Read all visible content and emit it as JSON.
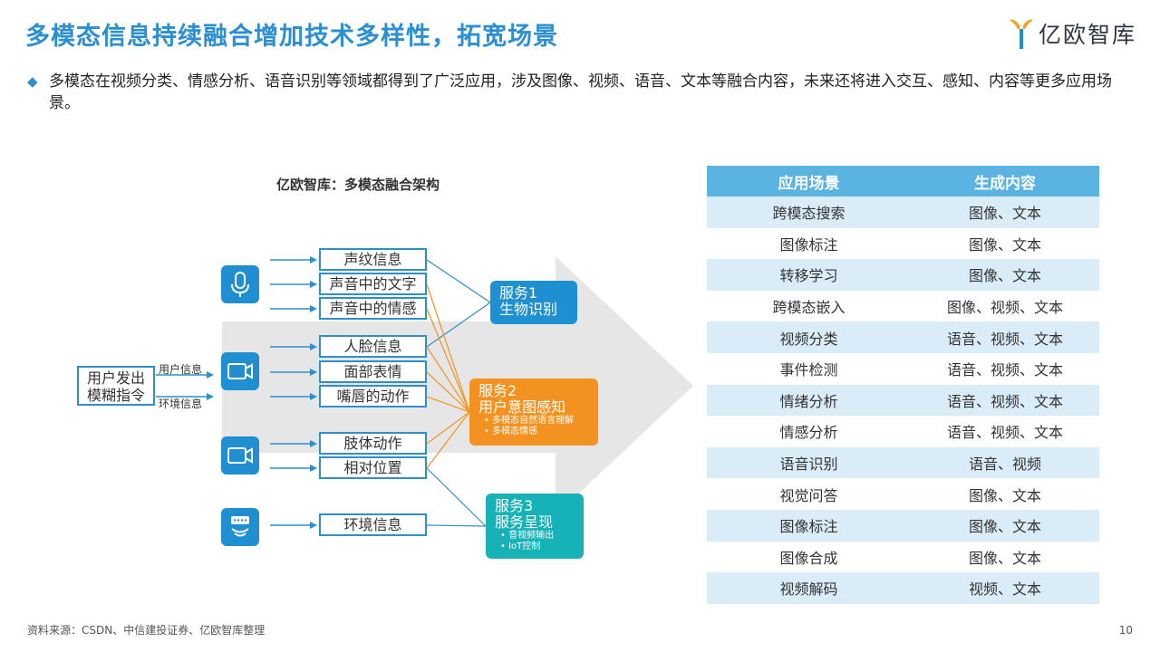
{
  "header": {
    "title": "多模态信息持续融合增加技术多样性，拓宽场景",
    "logo_text": "亿欧智库"
  },
  "bullet": {
    "mark": "◆",
    "text": "多模态在视频分类、情感分析、语音识别等领域都得到了广泛应用，涉及图像、视频、语音、文本等融合内容，未来还将进入交互、感知、内容等更多应用场景。"
  },
  "diagram": {
    "title": "亿欧智库：多模态融合架构",
    "user_box": {
      "line1": "用户发出",
      "line2": "模糊指令"
    },
    "arrow_labels": {
      "top": "用户信息",
      "bottom": "环境信息"
    },
    "features": [
      "声纹信息",
      "声音中的文字",
      "声音中的情感",
      "人脸信息",
      "面部表情",
      "嘴唇的动作",
      "肢体动作",
      "相对位置",
      "环境信息"
    ],
    "icons": [
      "microphone-icon",
      "camera-icon",
      "camera-icon",
      "sensor-icon"
    ],
    "services": [
      {
        "line1": "服务1",
        "line2": "生物识别",
        "subs": []
      },
      {
        "line1": "服务2",
        "line2": "用户意图感知",
        "subs": [
          "多模态自然语言理解",
          "多模态情感"
        ]
      },
      {
        "line1": "服务3",
        "line2": "服务呈现",
        "subs": [
          "音视频输出",
          "IoT控制"
        ]
      }
    ],
    "colors": {
      "blue": "#1e8fd0",
      "orange": "#f39221",
      "teal": "#17b1b8",
      "line": "#2f8fc8"
    }
  },
  "table": {
    "headers": [
      "应用场景",
      "生成内容"
    ],
    "rows": [
      [
        "跨模态搜索",
        "图像、文本"
      ],
      [
        "图像标注",
        "图像、文本"
      ],
      [
        "转移学习",
        "图像、文本"
      ],
      [
        "跨模态嵌入",
        "图像、视频、文本"
      ],
      [
        "视频分类",
        "语音、视频、文本"
      ],
      [
        "事件检测",
        "语音、视频、文本"
      ],
      [
        "情绪分析",
        "语音、视频、文本"
      ],
      [
        "情感分析",
        "语音、视频、文本"
      ],
      [
        "语音识别",
        "语音、视频"
      ],
      [
        "视觉问答",
        "图像、文本"
      ],
      [
        "图像标注",
        "图像、文本"
      ],
      [
        "图像合成",
        "图像、文本"
      ],
      [
        "视频解码",
        "视频、文本"
      ]
    ]
  },
  "footer": {
    "source": "资料来源：CSDN、中信建投证券、亿欧智库整理",
    "page": "10"
  }
}
